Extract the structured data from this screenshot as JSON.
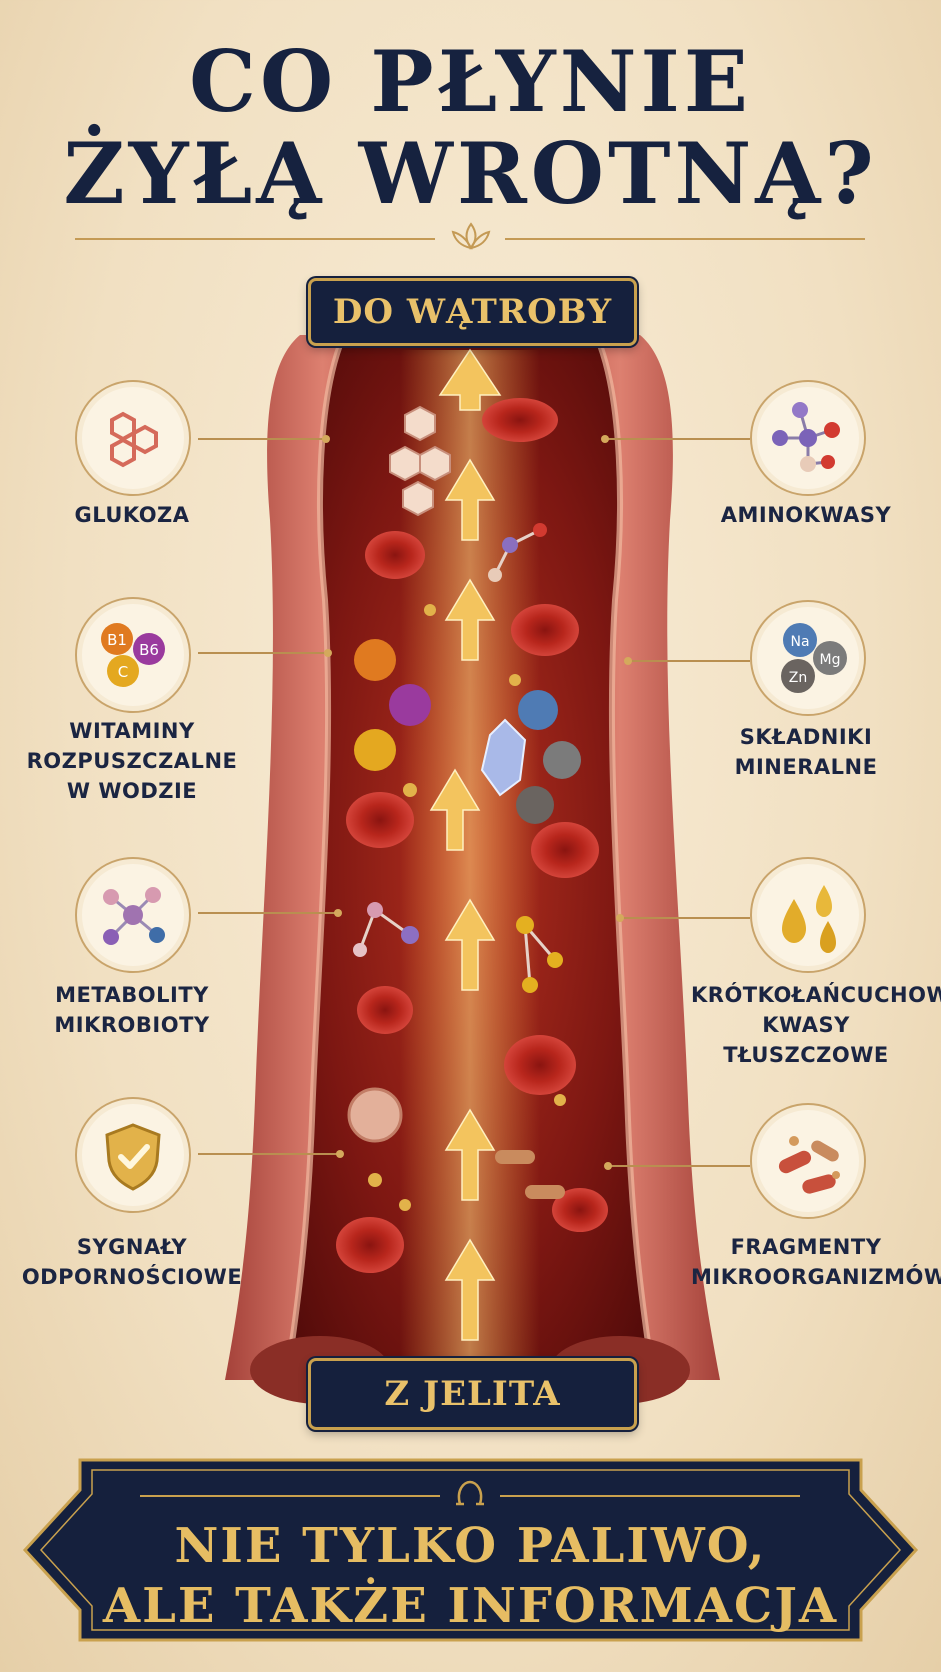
{
  "title": {
    "line1": "CO PŁYNIE",
    "line2": "ŻYŁĄ WROTNĄ?"
  },
  "flow": {
    "top_label": "DO WĄTROBY",
    "bottom_label": "Z JELITA"
  },
  "nutrients_left": [
    {
      "label": "GLUKOZA",
      "icon": "glucose-hexagon-icon"
    },
    {
      "label": "WITAMINY\nROZPUSZCZALNE\nW WODZIE",
      "icon": "vitamin-spheres-icon",
      "badges": [
        "B1",
        "B6",
        "C"
      ]
    },
    {
      "label": "METABOLITY\nMIKROBIOTY",
      "icon": "metabolite-molecule-icon"
    },
    {
      "label": "SYGNAŁY\nODPORNOŚCIOWE",
      "icon": "shield-check-icon"
    }
  ],
  "nutrients_right": [
    {
      "label": "AMINOKWASY",
      "icon": "amino-acid-molecule-icon"
    },
    {
      "label": "SKŁADNIKI\nMINERALNE",
      "icon": "mineral-spheres-icon",
      "badges": [
        "Na",
        "Mg",
        "Zn"
      ]
    },
    {
      "label": "KRÓTKOŁAŃCUCHOWE\nKWASY\nTŁUSZCZOWE",
      "icon": "fat-droplets-icon"
    },
    {
      "label": "FRAGMENTY\nMIKROORGANIZMÓW",
      "icon": "microbe-fragments-icon"
    }
  ],
  "banner": {
    "line1": "NIE TYLKO PALIWO,",
    "line2": "ALE TAKŻE INFORMACJA"
  },
  "colors": {
    "navy": "#15203d",
    "gold": "#e6bd63",
    "background": "#f3e5ca",
    "vessel_wall": "#c85a4a",
    "blood": "#7a1512"
  }
}
